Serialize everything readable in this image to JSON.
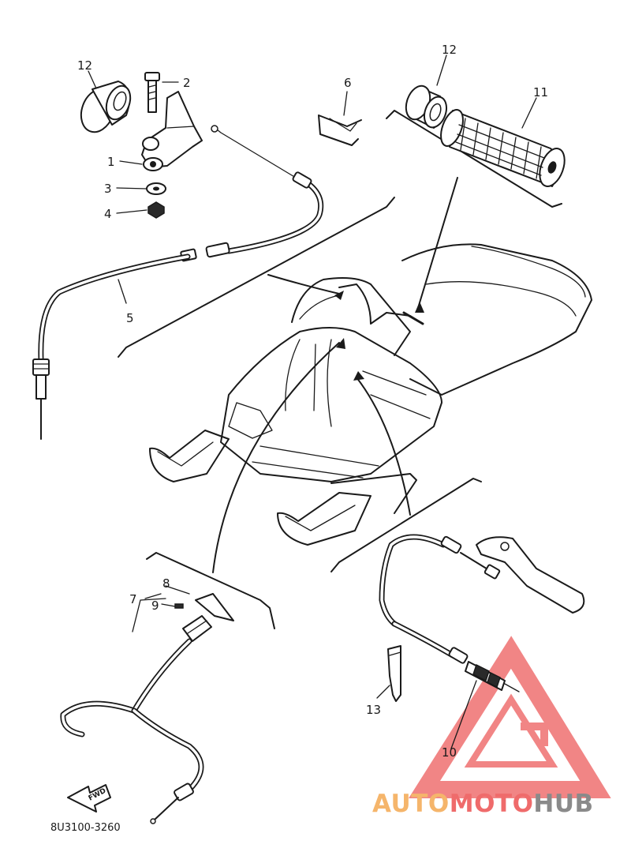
{
  "callouts": {
    "c1": "1",
    "c2": "2",
    "c3": "3",
    "c4": "4",
    "c5": "5",
    "c6": "6",
    "c7": "7",
    "c8": "8",
    "c9": "9",
    "c10": "10",
    "c11": "11",
    "c12a": "12",
    "c12b": "12",
    "c13": "13"
  },
  "forward_arrow_label": "FWD",
  "diagram_code": "8U3100-3260",
  "watermark": {
    "part1": "AUTO",
    "part2": "MOTO",
    "part3": "HUB",
    "colors": {
      "orange": "#f5b56b",
      "red": "#ef6b6b",
      "gray": "#8a8a8a"
    }
  }
}
